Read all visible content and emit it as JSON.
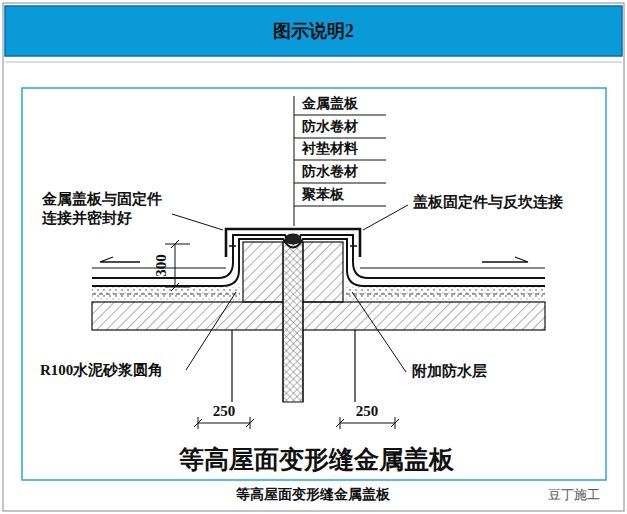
{
  "diagram": {
    "title": "图示说明2",
    "caption": "等高屋面变形缝金属盖板",
    "labels": [
      "金属盖板",
      "防水卷材",
      "衬垫材料",
      "防水卷材",
      "聚苯板",
      "金属盖板与固定件 连接并密封好",
      "盖板固定件与反坎连接",
      "300",
      "R100水泥砂浆圆角",
      "附加防水层",
      "250",
      "250",
      "等高屋面变形缝金属盖板",
      "豆丁施工"
    ]
  }
}
